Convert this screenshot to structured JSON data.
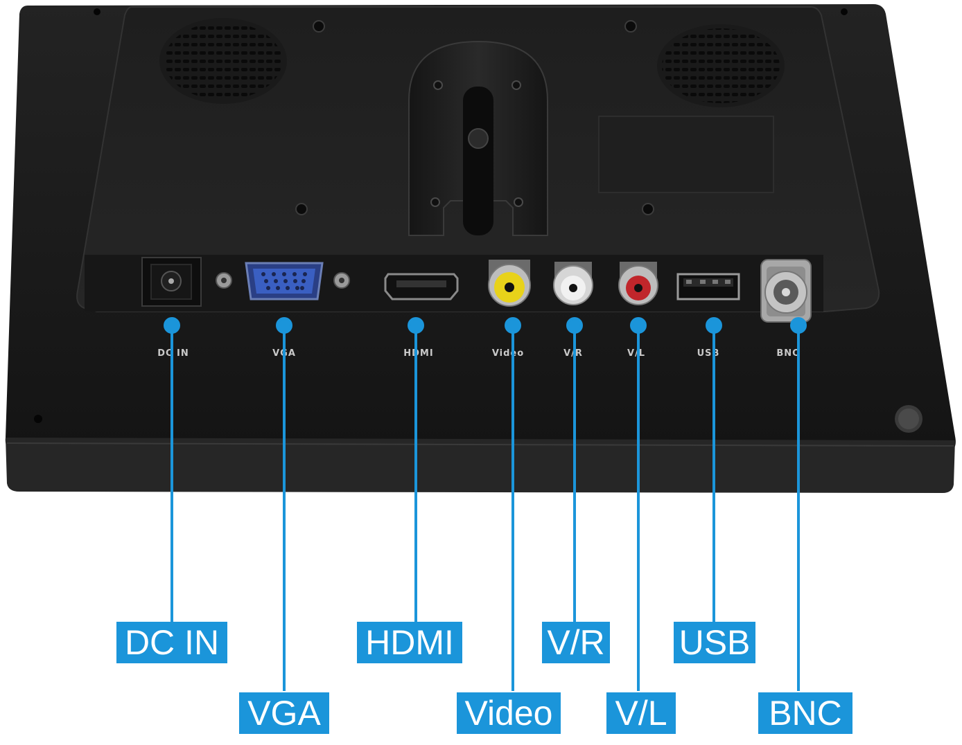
{
  "colors": {
    "callout": "#1b95da",
    "device_body": "#1c1c1c",
    "device_edge": "#2e2e2e",
    "vga_port": "#3a5fc2",
    "video_jack": "#e8d21a",
    "vr_jack": "#e6e6e6",
    "vl_jack": "#c0262b",
    "port_print": "#c9c9c9"
  },
  "device": {
    "printed_labels": [
      "DC IN",
      "VGA",
      "HDMI",
      "Video",
      "V/R",
      "V/L",
      "USB",
      "BNC"
    ]
  },
  "callouts": [
    {
      "id": "dc-in",
      "label": "DC IN"
    },
    {
      "id": "vga",
      "label": "VGA"
    },
    {
      "id": "hdmi",
      "label": "HDMI"
    },
    {
      "id": "video",
      "label": "Video"
    },
    {
      "id": "vr",
      "label": "V/R"
    },
    {
      "id": "vl",
      "label": "V/L"
    },
    {
      "id": "usb",
      "label": "USB"
    },
    {
      "id": "bnc",
      "label": "BNC"
    }
  ]
}
